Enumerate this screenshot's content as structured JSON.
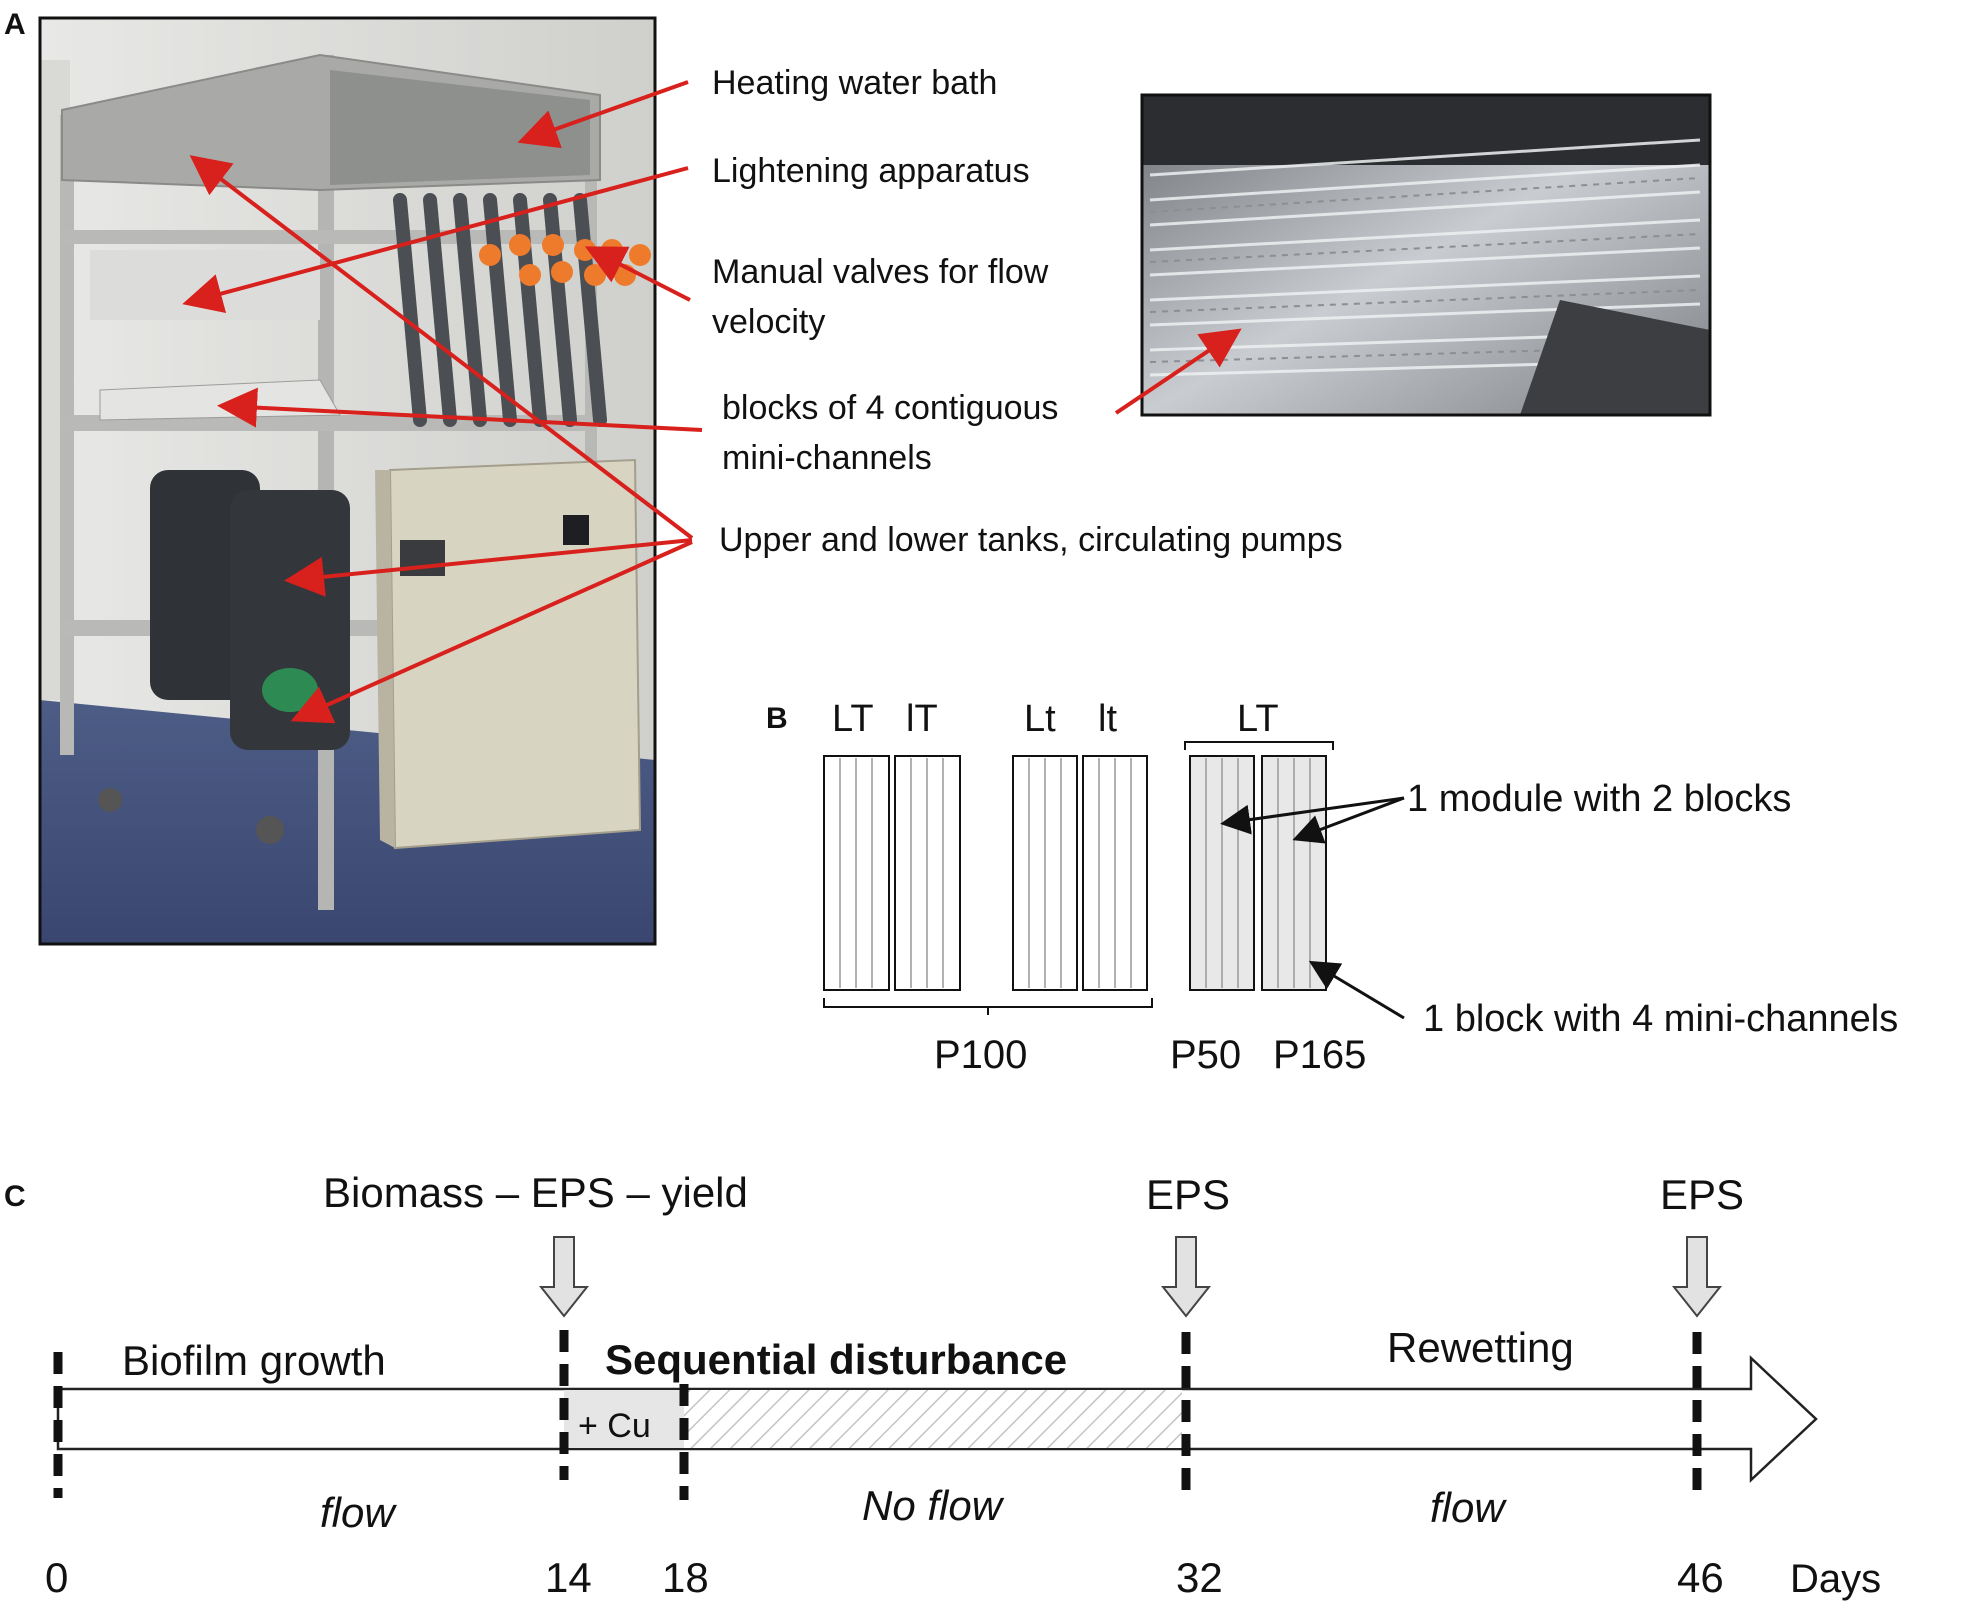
{
  "panel_letters": {
    "a": "A",
    "b": "B",
    "c": "C"
  },
  "colors": {
    "arrow_red": "#d8201c",
    "bar_gray": "#e6e6e6",
    "hatch": "#bdbdbd",
    "photo_frame": "#111111"
  },
  "panel_a": {
    "photo_main_alt": "Photograph of the mini-channel flume setup",
    "photo_inset_alt": "Close-up photograph of the mini-channels",
    "callouts": [
      {
        "text": "Heating water bath"
      },
      {
        "text": "Lightening apparatus"
      },
      {
        "text": "Manual valves for flow",
        "text2": "velocity"
      },
      {
        "text": "blocks of 4 contiguous",
        "text2": "mini-channels"
      },
      {
        "text": "Upper and lower tanks, circulating pumps"
      }
    ]
  },
  "panel_b": {
    "top_labels": [
      "LT",
      "lT",
      "Lt",
      "lt",
      "LT"
    ],
    "module_label": "1 module with 2 blocks",
    "block_label": "1 block with 4 mini-channels",
    "bottom_labels": [
      "P100",
      "P50",
      "P165"
    ]
  },
  "panel_c": {
    "sampling_labels": [
      "Biomass – EPS – yield",
      "EPS",
      "EPS"
    ],
    "phase_labels": {
      "growth": "Biofilm growth",
      "disturbance": "Sequential disturbance",
      "rewetting": "Rewetting"
    },
    "copper_label": "+ Cu",
    "flow_labels": [
      "flow",
      "No flow",
      "flow"
    ],
    "day_ticks": [
      "0",
      "14",
      "18",
      "32",
      "46"
    ],
    "axis_unit": "Days"
  }
}
